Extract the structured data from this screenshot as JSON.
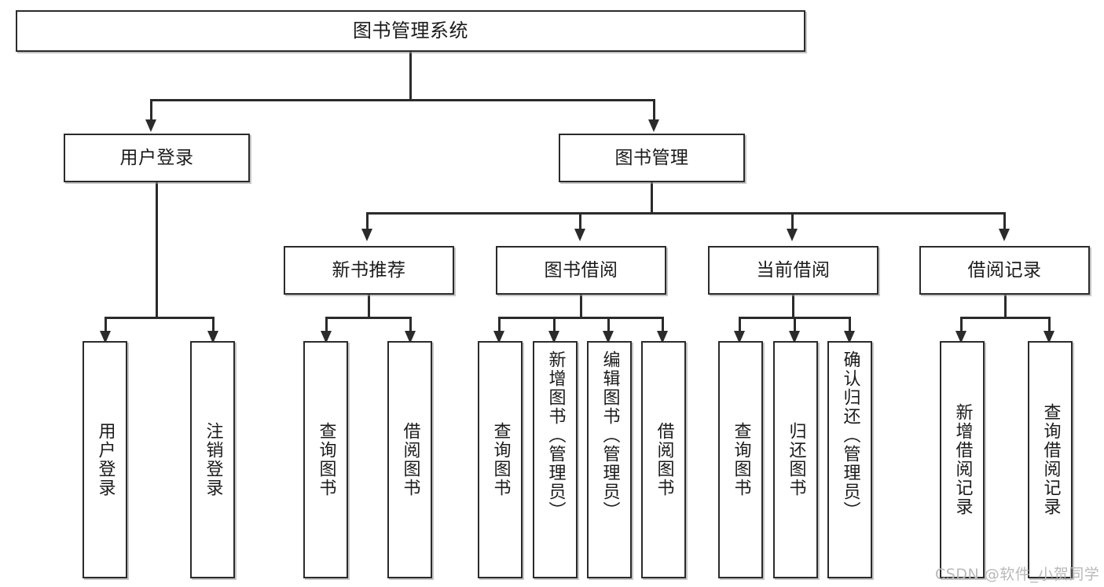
{
  "diagram": {
    "type": "tree-hierarchy-flowchart",
    "title": "图书管理系统",
    "root": {
      "id": "root",
      "label": "图书管理系统"
    },
    "level2": [
      {
        "id": "user-login",
        "label": "用户登录"
      },
      {
        "id": "book-management",
        "label": "图书管理"
      }
    ],
    "level3": [
      {
        "id": "new-book-recommend",
        "label": "新书推荐",
        "parent": "book-management"
      },
      {
        "id": "book-borrow",
        "label": "图书借阅",
        "parent": "book-management"
      },
      {
        "id": "current-borrow",
        "label": "当前借阅",
        "parent": "book-management"
      },
      {
        "id": "borrow-record",
        "label": "借阅记录",
        "parent": "book-management"
      }
    ],
    "leaves": [
      {
        "id": "leaf-user-login",
        "label": "用户登录",
        "parent": "user-login"
      },
      {
        "id": "leaf-logout-login",
        "label": "注销登录",
        "parent": "user-login"
      },
      {
        "id": "leaf-query-book-1",
        "label": "查询图书",
        "parent": "new-book-recommend"
      },
      {
        "id": "leaf-borrow-book-1",
        "label": "借阅图书",
        "parent": "new-book-recommend"
      },
      {
        "id": "leaf-query-book-2",
        "label": "查询图书",
        "parent": "book-borrow"
      },
      {
        "id": "leaf-add-book",
        "label": "新增图书（管理员）",
        "parent": "book-borrow"
      },
      {
        "id": "leaf-edit-book",
        "label": "编辑图书（管理员）",
        "parent": "book-borrow"
      },
      {
        "id": "leaf-borrow-book-2",
        "label": "借阅图书",
        "parent": "book-borrow"
      },
      {
        "id": "leaf-query-book-3",
        "label": "查询图书",
        "parent": "current-borrow"
      },
      {
        "id": "leaf-return-book",
        "label": "归还图书",
        "parent": "current-borrow"
      },
      {
        "id": "leaf-confirm-return",
        "label": "确认归还（管理员）",
        "parent": "current-borrow"
      },
      {
        "id": "leaf-add-record",
        "label": "新增借阅记录",
        "parent": "borrow-record"
      },
      {
        "id": "leaf-query-record",
        "label": "查询借阅记录",
        "parent": "borrow-record"
      }
    ],
    "colors": {
      "box_border": "#2b2b2b",
      "box_fill": "#ffffff",
      "text": "#1b1b1b",
      "connector": "#2b2b2b",
      "watermark": "#b9b9b9",
      "background": "#ffffff"
    }
  },
  "watermark": {
    "text": "CSDN @软件_小贺同学"
  }
}
